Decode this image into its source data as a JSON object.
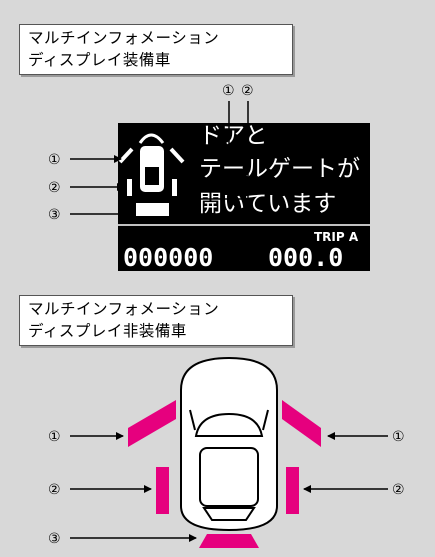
{
  "top_section": {
    "label_line1": "マルチインフォメーション",
    "label_line2": "ディスプレイ装備車",
    "display": {
      "message_line1": "ドアと",
      "message_line2": "テールゲートが",
      "message_line3": "開いています",
      "trip_label": "TRIP A",
      "odometer": "000000",
      "trip_value": "000.0"
    },
    "callouts": [
      "①",
      "②",
      "③"
    ],
    "callouts_top": [
      "①",
      "②"
    ]
  },
  "bottom_section": {
    "label_line1": "マルチインフォメーション",
    "label_line2": "ディスプレイ非装備車",
    "callouts_left": [
      "①",
      "②",
      "③"
    ],
    "callouts_right": [
      "①",
      "②"
    ]
  },
  "colors": {
    "indicator": "#e6007e",
    "screen": "#000000",
    "background": "#d8d8d8"
  }
}
